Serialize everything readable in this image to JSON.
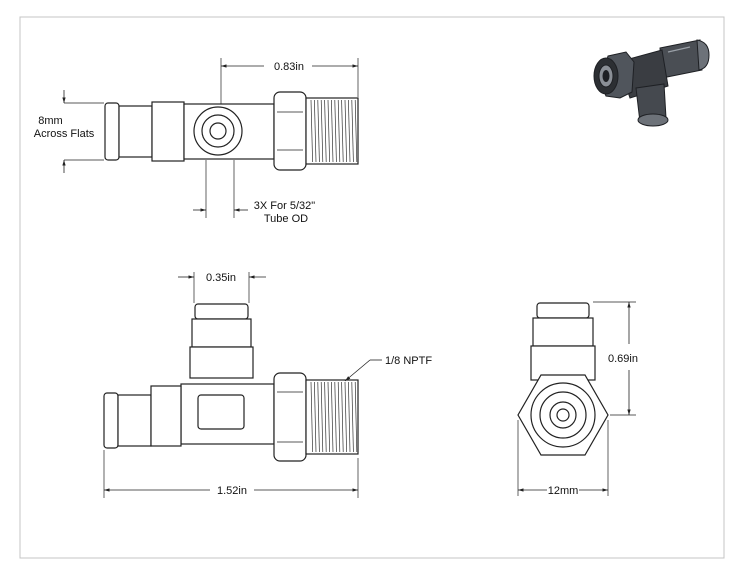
{
  "dimensions": {
    "across_flats": "8mm\nAcross Flats",
    "top_length": "0.83in",
    "tube_note": "3X For 5/32\"\nTube OD",
    "tube_width": "0.35in",
    "thread": "1/8 NPTF",
    "overall_length": "1.52in",
    "side_height": "0.69in",
    "hex_width": "12mm"
  },
  "colors": {
    "line": "#222222",
    "paper": "#ffffff",
    "iso_body": "#3a3d42",
    "iso_highlight": "#8a8f96"
  }
}
